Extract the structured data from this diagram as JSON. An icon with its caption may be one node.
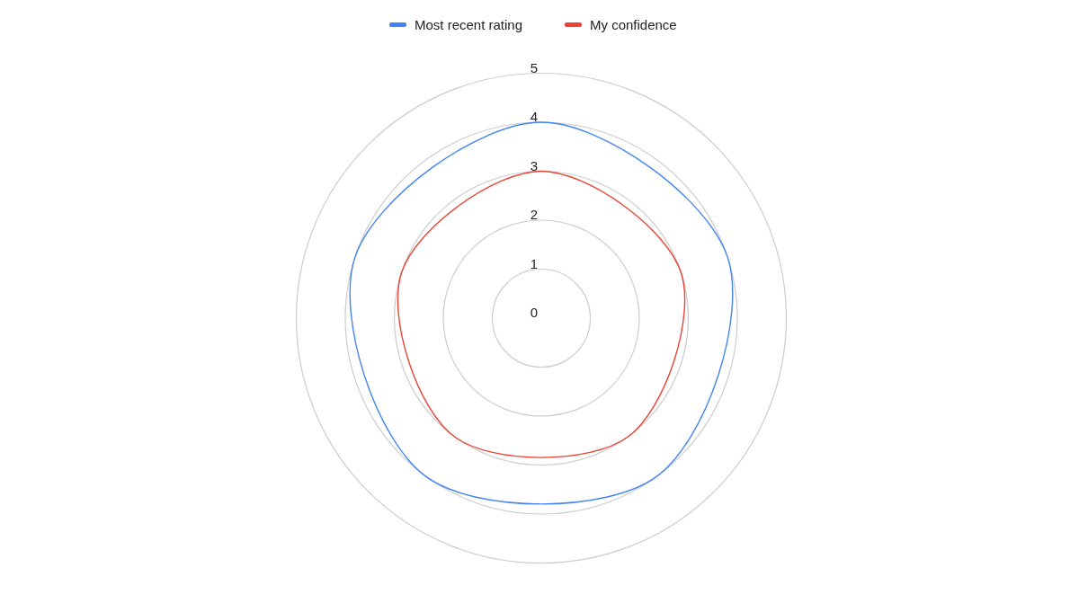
{
  "diagram": {
    "labels": [
      "5",
      "4",
      "3",
      "2",
      "1",
      "0"
    ],
    "legend": [
      {
        "text": "Most recent rating",
        "color": "#4285f4"
      },
      {
        "text": "My confidence",
        "color": "#ea4335"
      }
    ]
  }
}
